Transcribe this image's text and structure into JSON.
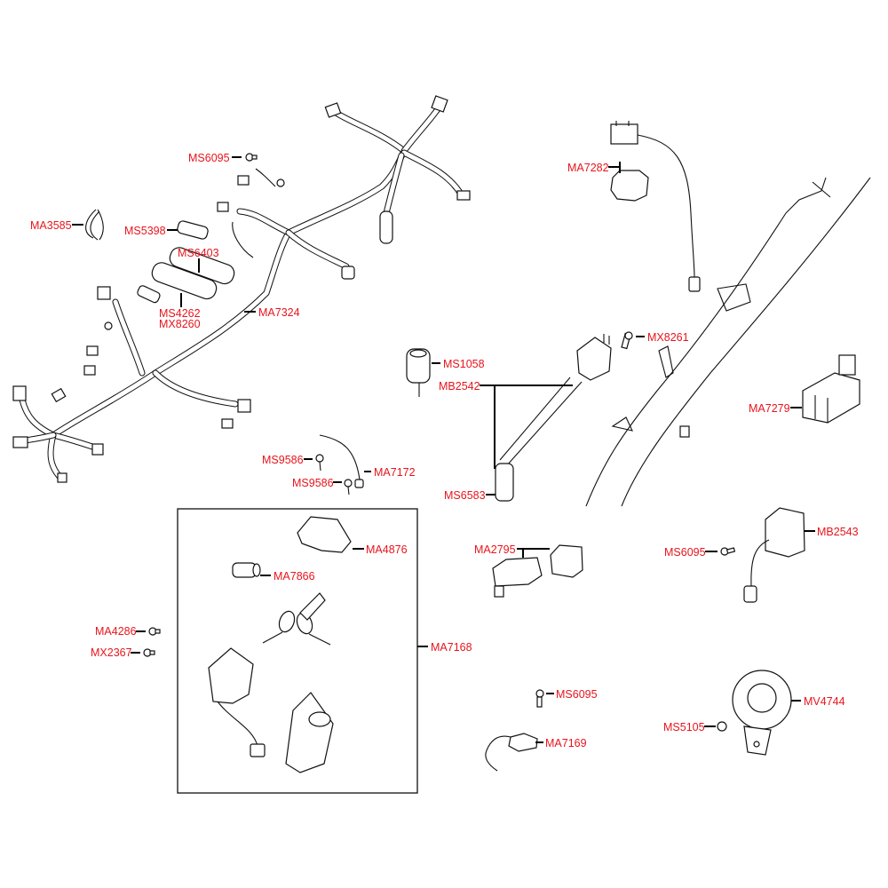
{
  "diagram": {
    "title": "Electrical parts exploded view",
    "label_color": "#e8141c",
    "line_color": "#000000",
    "labels": {
      "ms6095_top": "MS6095",
      "ma3585": "MA3585",
      "ms5398": "MS5398",
      "ms6403": "MS6403",
      "ms4262": "MS4262",
      "mx8260": "MX8260",
      "ma7324": "MA7324",
      "ma7282": "MA7282",
      "mx8261": "MX8261",
      "ms1058": "MS1058",
      "mb2542": "MB2542",
      "ma7279": "MA7279",
      "ms9586_a": "MS9586",
      "ma7172": "MA7172",
      "ms9586_b": "MS9586",
      "ms6583": "MS6583",
      "ma4876": "MA4876",
      "ma7866": "MA7866",
      "ma2795": "MA2795",
      "ms6095_right": "MS6095",
      "mb2543": "MB2543",
      "ma4286": "MA4286",
      "mx2367": "MX2367",
      "ma7168": "MA7168",
      "ms6095_bottom": "MS6095",
      "ma7169": "MA7169",
      "mv4744": "MV4744",
      "ms5105": "MS5105"
    }
  }
}
